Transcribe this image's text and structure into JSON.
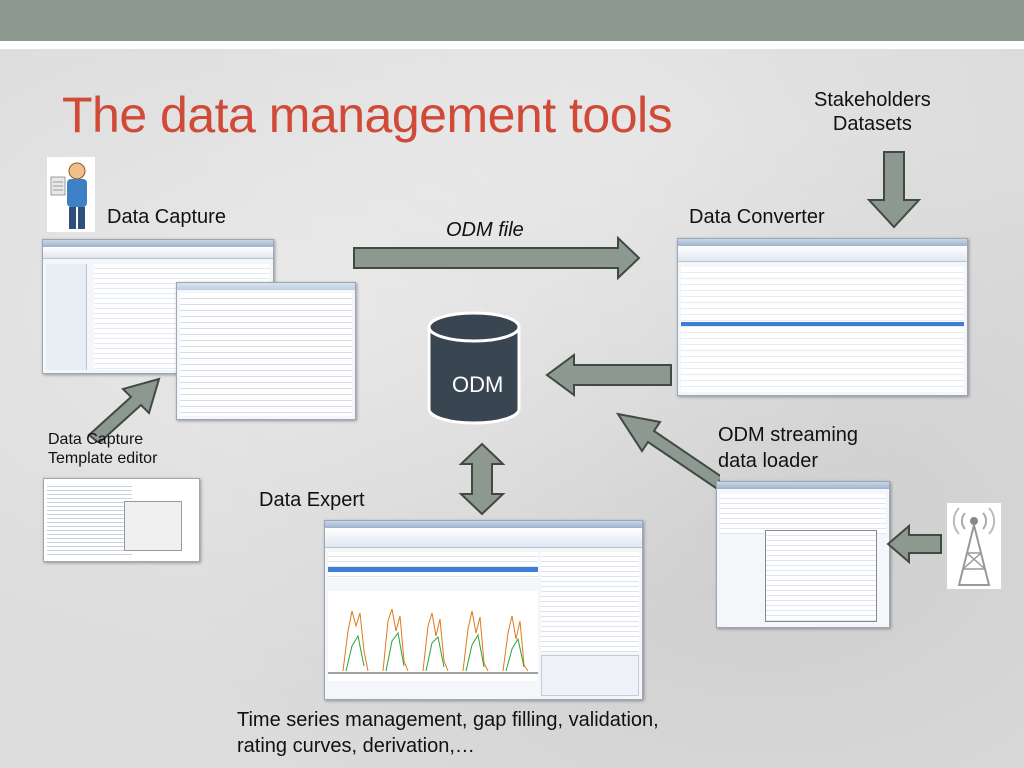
{
  "slide": {
    "title": "The data management tools",
    "colors": {
      "title": "#d04a37",
      "top_band": "#8c9890",
      "arrow_fill": "#8c9890",
      "arrow_stroke": "#3f4a44",
      "cylinder": "#3a4552"
    },
    "labels": {
      "stakeholders": "Stakeholders\nDatasets",
      "data_capture": "Data Capture",
      "odm_file": "ODM file",
      "data_converter": "Data Converter",
      "odm": "ODM",
      "template_editor": "Data Capture\nTemplate editor",
      "streaming_loader": "ODM streaming\ndata loader",
      "data_expert": "Data Expert",
      "expert_caption": "Time series management, gap filling, validation,\nrating curves, derivation,…"
    },
    "icons": {
      "person": "person-with-form-icon",
      "tower": "radio-tower-icon",
      "database": "database-cylinder-icon"
    },
    "chart_data": {
      "type": "line",
      "series": []
    }
  }
}
